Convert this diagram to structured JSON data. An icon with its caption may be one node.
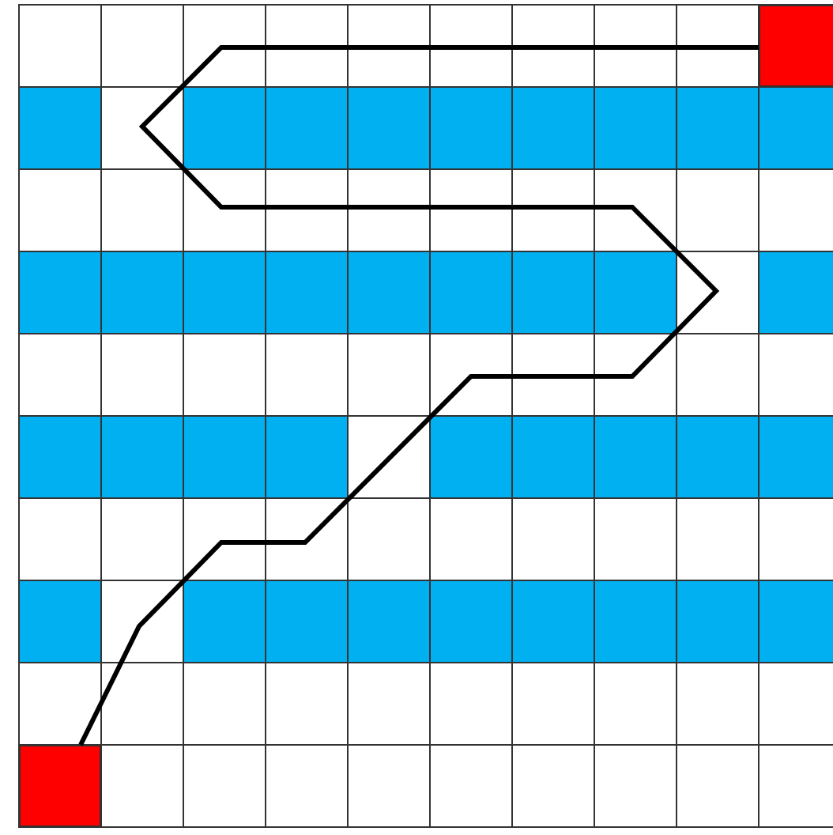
{
  "diagram": {
    "nodes": [
      {
        "text": [],
        "shape": "box"
      },
      {
        "text": [],
        "shape": "box"
      }
    ],
    "edges": [
      {
        "from": 0,
        "to": 1,
        "arrow": "none"
      }
    ]
  }
}
